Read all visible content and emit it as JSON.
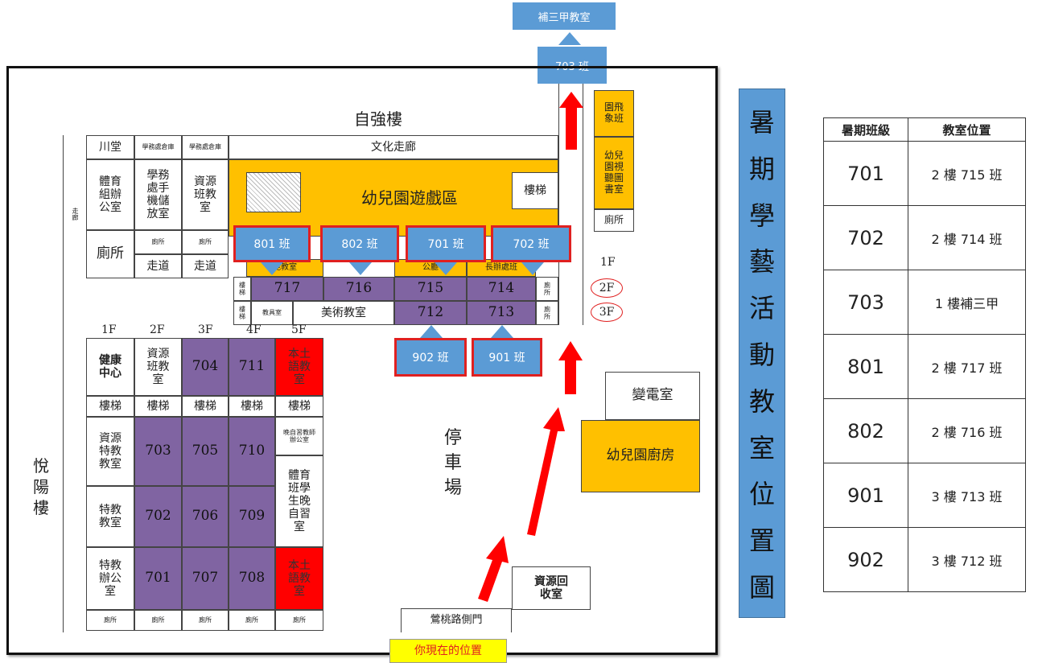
{
  "top_label": "補三甲教室",
  "top_class_tag": "703 班",
  "buildings": {
    "ziqiang": "自強樓",
    "yueyang": "悅陽樓",
    "corridor": "文化走廊",
    "side_corridor": "走廊",
    "parking": "停車場",
    "substation": "變電室",
    "kitchen": "幼兒園廚房",
    "recycle": "資源回收室",
    "side_gate": "鶯桃路側門",
    "you_are_here": "你現在的位置"
  },
  "upper_rooms": {
    "chuantang": "川堂",
    "warehouse_a": "學務處倉庫",
    "warehouse_b": "學務處倉庫",
    "pe_office": "體育組辦公室",
    "storage": "學務處手機儲放室",
    "resource_class": "資源班教室",
    "toilet_big": "廁所",
    "toilet_a": "廁所",
    "toilet_b": "廁所",
    "aisle_a": "走道",
    "aisle_b": "走道",
    "playground": "幼兒園遊戲區",
    "stairs": "樓梯",
    "elephant": "園飛象班",
    "av_room": "幼兒園視聽圖書室",
    "toilet_c": "廁所",
    "r717": "717",
    "r716": "716",
    "r715": "715",
    "r714": "714",
    "r712": "712",
    "r713": "713",
    "art_room": "美術教室",
    "tools_room": "教具室",
    "side_stairs": "樓梯",
    "side_toilet": "廁所",
    "frag_a": "能教室",
    "frag_b": "公廳",
    "frag_c": "長辦處班"
  },
  "floor_markers": {
    "f1": "1F",
    "f2": "2F",
    "f3": "3F"
  },
  "floor_headers": [
    "1F",
    "2F",
    "3F",
    "4F",
    "5F"
  ],
  "lower_rows": [
    [
      "健康中心",
      "資源班教室",
      "704",
      "711",
      "本土語教室"
    ],
    [
      "樓梯",
      "樓梯",
      "樓梯",
      "樓梯",
      "樓梯"
    ],
    [
      "資源特教教室",
      "703",
      "705",
      "710",
      "晚自習教師辦公室"
    ],
    [
      "",
      "",
      "",
      "",
      "體育班學生晚自習室"
    ],
    [
      "特教教室",
      "702",
      "706",
      "709",
      ""
    ],
    [
      "特教辦公室",
      "701",
      "707",
      "708",
      "本土語教室"
    ],
    [
      "廁所",
      "廁所",
      "廁所",
      "廁所",
      "廁所"
    ]
  ],
  "class_tags": {
    "t801": "801 班",
    "t802": "802 班",
    "t701": "701 班",
    "t702": "702 班",
    "t902": "902 班",
    "t901": "901 班"
  },
  "title_chars": [
    "暑",
    "期",
    "學",
    "藝",
    "活",
    "動",
    "教",
    "室",
    "位",
    "置",
    "圖"
  ],
  "legend": {
    "headers": [
      "暑期班級",
      "教室位置"
    ],
    "rows": [
      {
        "cls": "701",
        "loc": "2 樓 715 班"
      },
      {
        "cls": "702",
        "loc": "2 樓 714 班"
      },
      {
        "cls": "703",
        "loc": "1 樓補三甲"
      },
      {
        "cls": "801",
        "loc": "2 樓 717 班"
      },
      {
        "cls": "802",
        "loc": "2 樓 716 班"
      },
      {
        "cls": "901",
        "loc": "3 樓 713 班"
      },
      {
        "cls": "902",
        "loc": "3 樓 712 班"
      }
    ]
  },
  "colors": {
    "purple": "#8064a2",
    "red": "#ff0000",
    "orange": "#ffc000",
    "blue": "#5b9bd5",
    "arrow": "#ff0000"
  }
}
